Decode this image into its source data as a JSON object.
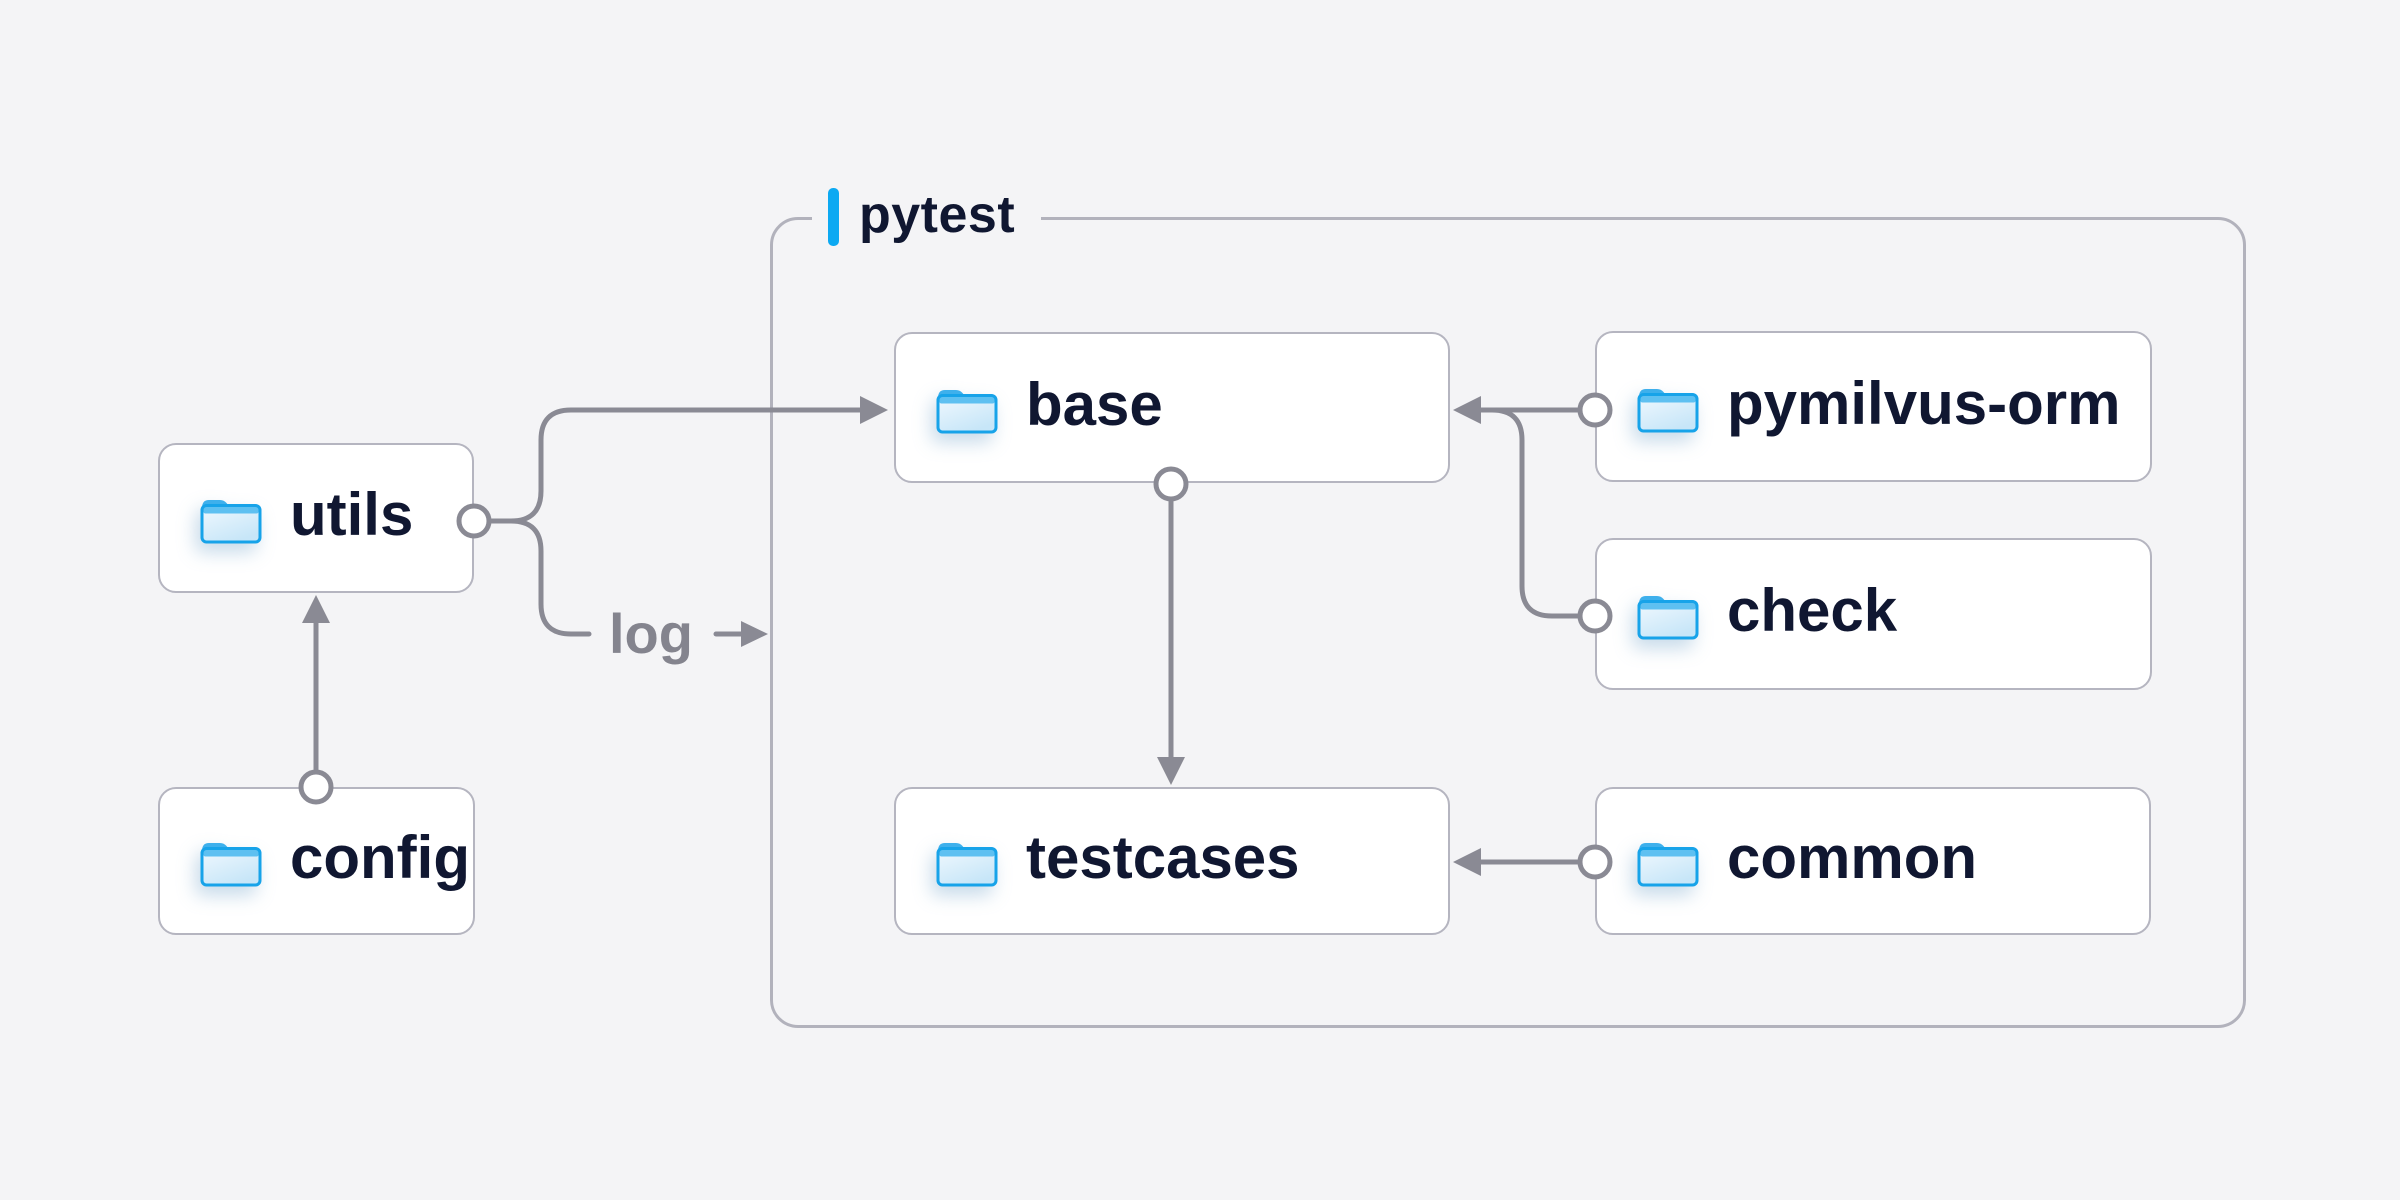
{
  "group": {
    "label": "pytest"
  },
  "labels": {
    "log": "log"
  },
  "nodes": {
    "utils": {
      "label": "utils"
    },
    "config": {
      "label": "config"
    },
    "base": {
      "label": "base"
    },
    "pymilvus_orm": {
      "label": "pymilvus-orm"
    },
    "check": {
      "label": "check"
    },
    "testcases": {
      "label": "testcases"
    },
    "common": {
      "label": "common"
    }
  },
  "edges": [
    {
      "from": "config",
      "to": "utils",
      "style": "arrow"
    },
    {
      "from": "utils",
      "to": "base",
      "style": "arrow"
    },
    {
      "from": "utils",
      "to": "log",
      "style": "labeled-arrow",
      "label": "log"
    },
    {
      "from": "pymilvus-orm",
      "to": "base",
      "style": "arrow"
    },
    {
      "from": "check",
      "to": "base",
      "style": "merge-into-pymilvus-orm-edge"
    },
    {
      "from": "base",
      "to": "testcases",
      "style": "arrow"
    },
    {
      "from": "common",
      "to": "testcases",
      "style": "arrow"
    }
  ],
  "colors": {
    "background": "#f4f4f6",
    "node_fill": "#ffffff",
    "node_border": "#b5b5c0",
    "group_border": "#b2b2bc",
    "connector": "#8a8a94",
    "text": "#101731",
    "muted_label": "#84848e",
    "accent_blue": "#0ca9f2",
    "folder_stroke": "#17a3e9",
    "folder_tab": "#3eb0ec",
    "folder_band": "#5ec0f1",
    "folder_fill_light": "#f0f8fe",
    "folder_fill_dark": "#c7e6f8"
  }
}
